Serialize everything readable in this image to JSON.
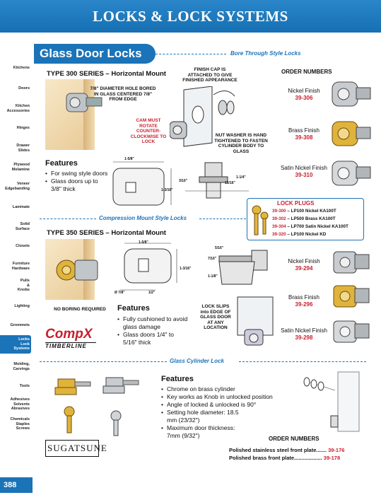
{
  "banner": "LOCKS & LOCK SYSTEMS",
  "page_number": "388",
  "sidebar": [
    {
      "lines": [
        "Kitchens"
      ]
    },
    {
      "lines": [
        "Doors"
      ]
    },
    {
      "lines": [
        "Kitchen",
        "Accessories"
      ]
    },
    {
      "lines": [
        "Hinges"
      ]
    },
    {
      "lines": [
        "Drawer",
        "Slides"
      ]
    },
    {
      "lines": [
        "Plywood",
        "Melamine"
      ]
    },
    {
      "lines": [
        "Veneer",
        "Edgebanding"
      ]
    },
    {
      "lines": [
        "Laminate"
      ]
    },
    {
      "lines": [
        "Solid",
        "Surface"
      ]
    },
    {
      "lines": [
        "Closets"
      ]
    },
    {
      "lines": [
        "Furniture",
        "Hardware"
      ]
    },
    {
      "lines": [
        "Pulls",
        "&",
        "Knobs"
      ]
    },
    {
      "lines": [
        "Lighting"
      ]
    },
    {
      "lines": [
        "Grommets"
      ]
    },
    {
      "lines": [
        "Locks",
        "Lock",
        "Systems"
      ]
    },
    {
      "lines": [
        "Molding,",
        "Carvings"
      ]
    },
    {
      "lines": [
        "Tools"
      ]
    },
    {
      "lines": [
        "Adhesives",
        "Solvents",
        "Abrasives"
      ]
    },
    {
      "lines": [
        "Chemicals",
        "Staples",
        "Screws"
      ]
    }
  ],
  "title": "Glass Door Locks",
  "section1": {
    "tag": "Bore Through Style Locks",
    "heading": "TYPE 300 SERIES – Horizontal Mount",
    "annot_bore": "7/8\" DIAMETER HOLE BORED IN GLASS CENTERED 7/8\" FROM EDGE",
    "annot_cap": "FINISH CAP IS ATTACHED TO GIVE FINISHED APPEARANCE",
    "annot_cam": "CAM MUST ROTATE COUNTER-CLOCKWISE TO LOCK",
    "annot_nut": "NUT WASHER IS HAND TIGHTENED TO FASTEN CYLINDER BODY TO GLASS",
    "features_title": "Features",
    "features": [
      "For swing style doors",
      "Glass doors up to 3/8\" thick"
    ],
    "dims": {
      "w": "1-5/8\"",
      "h1": "1-3/16\"",
      "h2": "3/16\"",
      "h3": "1-1/4\"",
      "h4": "15/16\""
    },
    "order_header": "ORDER NUMBERS",
    "orders": [
      {
        "finish": "Nickel Finish",
        "code": "39-306"
      },
      {
        "finish": "Brass Finish",
        "code": "39-308"
      },
      {
        "finish": "Satin Nickel Finish",
        "code": "39-310"
      }
    ]
  },
  "lock_plugs": {
    "title": "LOCK PLUGS",
    "rows": [
      {
        "code": "39-300",
        "desc": "– LP100 Nickel KA100T"
      },
      {
        "code": "39-302",
        "desc": "– LP500 Brass KA100T"
      },
      {
        "code": "39-304",
        "desc": "– LP700 Satin Nickel KA100T"
      },
      {
        "code": "39-320",
        "desc": "– LP100 Nickel KD"
      }
    ]
  },
  "section2": {
    "tag": "Compression Mount Style Locks",
    "heading": "TYPE 350 SERIES – Horizontal Mount",
    "no_boring": "NO BORING REQUIRED",
    "features_title": "Features",
    "features": [
      "Fully cushioned to avoid glass damage",
      "Glass doors 1/4\" to 5/16\" thick"
    ],
    "annot_slip": "LOCK SLIPS into EDGE OF GLASS DOOR AT ANY LOCATION",
    "dims": {
      "w": "1-5/8\"",
      "h": "1-3/16\"",
      "d": "Ø 7/8\"",
      "half": "1/2\"",
      "a": "5/16\"",
      "b": "7/16\"",
      "c": "1-1/8\""
    },
    "orders": [
      {
        "finish": "Nickel Finish",
        "code": "39-294"
      },
      {
        "finish": "Brass Finish",
        "code": "39-296"
      },
      {
        "finish": "Satin Nickel Finish",
        "code": "39-298"
      }
    ],
    "logo_brand": "CompX",
    "logo_sub": "TIMBERLINE"
  },
  "section3": {
    "tag": "Glass Cylinder Lock",
    "features_title": "Features",
    "features": [
      "Chrome on brass cylinder",
      "Key works as Knob in unlocked position",
      "Angle of locked & unlocked is 90°",
      "Setting hole diameter: 18.5 mm (23/32\")",
      "Maximum door thickness: 7mm (9/32\")"
    ],
    "order_header": "ORDER NUMBERS",
    "orders": [
      {
        "label": "Polished stainless steel front plate.......",
        "code": "39-176"
      },
      {
        "label": "Polished brass front plate...................",
        "code": "39-178"
      }
    ],
    "logo": "SUGATSUNE"
  },
  "colors": {
    "blue": "#1b73b8",
    "red": "#c8202e"
  }
}
